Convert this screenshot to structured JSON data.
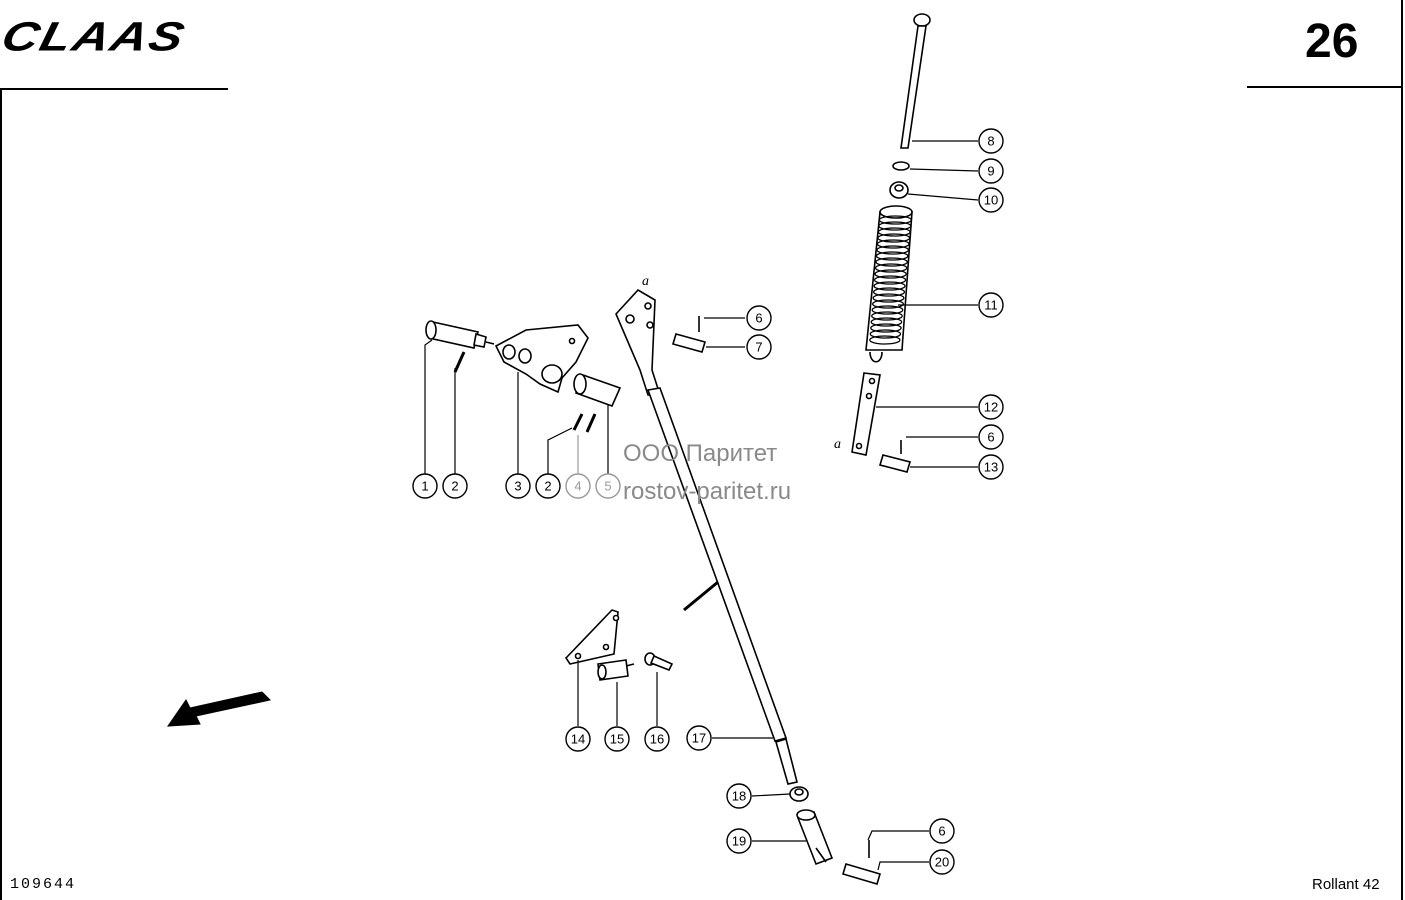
{
  "header": {
    "brand": "CLAAS",
    "page_number": "26"
  },
  "footer": {
    "drawing_number": "109644",
    "model": "Rollant 42"
  },
  "watermark": {
    "line1": "ООО Паритет",
    "line2": "rostov-paritet.ru"
  },
  "markers": {
    "a": "a"
  },
  "callouts": [
    {
      "label": "1"
    },
    {
      "label": "2"
    },
    {
      "label": "3"
    },
    {
      "label": "2"
    },
    {
      "label": "4"
    },
    {
      "label": "5"
    },
    {
      "label": "6"
    },
    {
      "label": "7"
    },
    {
      "label": "8"
    },
    {
      "label": "9"
    },
    {
      "label": "10"
    },
    {
      "label": "11"
    },
    {
      "label": "12"
    },
    {
      "label": "6"
    },
    {
      "label": "13"
    },
    {
      "label": "14"
    },
    {
      "label": "15"
    },
    {
      "label": "16"
    },
    {
      "label": "17"
    },
    {
      "label": "18"
    },
    {
      "label": "19"
    },
    {
      "label": "6"
    },
    {
      "label": "20"
    }
  ]
}
